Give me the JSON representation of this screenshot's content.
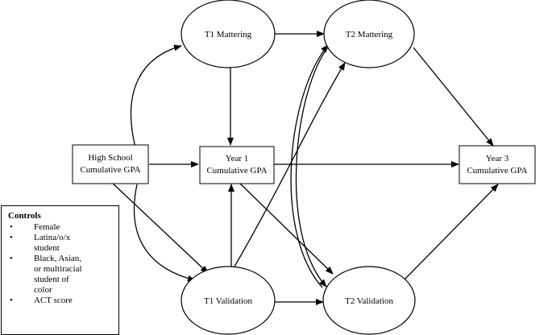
{
  "nodes": {
    "t1_mattering": "T1 Mattering",
    "t2_mattering": "T2 Mattering",
    "hs_gpa_line1": "High School",
    "hs_gpa_line2": "Cumulative GPA",
    "year1_line1": "Year 1",
    "year1_line2": "Cumulative GPA",
    "year3_line1": "Year 3",
    "year3_line2": "Cumulative GPA",
    "t1_validation": "T1 Validation",
    "t2_validation": "T2 Validation"
  },
  "controls": {
    "title": "Controls",
    "items": [
      {
        "lines": [
          "Female"
        ]
      },
      {
        "lines": [
          "Latina/o/x",
          "student"
        ]
      },
      {
        "lines": [
          "Black, Asian,",
          "or multiracial",
          "student of",
          "color"
        ]
      },
      {
        "lines": [
          "ACT score"
        ]
      }
    ]
  }
}
